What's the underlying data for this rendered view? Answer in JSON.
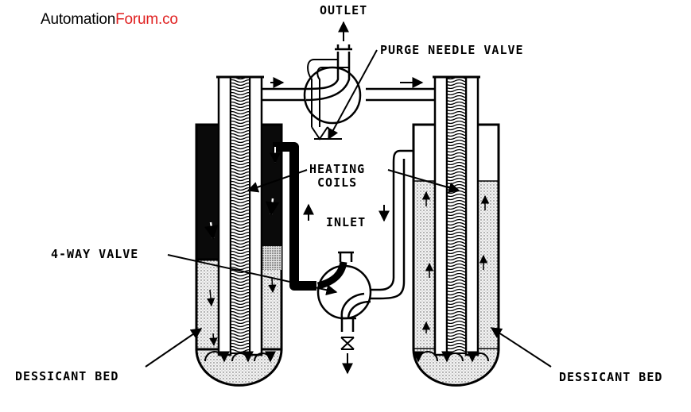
{
  "brand": {
    "part1": "Automation",
    "part2": "Forum.co",
    "part1_color": "#000000",
    "part2_color": "#e02020"
  },
  "labels": {
    "outlet": "OUTLET",
    "purge_needle_valve": "PURGE NEEDLE VALVE",
    "heating_coils_line1": "HEATING",
    "heating_coils_line2": "COILS",
    "inlet": "INLET",
    "four_way_valve": "4-WAY VALVE",
    "dessicant_bed_left": "DESSICANT BED",
    "dessicant_bed_right": "DESSICANT BED"
  }
}
